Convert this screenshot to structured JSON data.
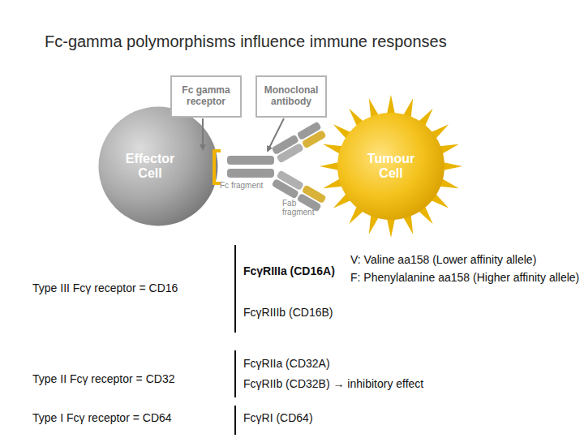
{
  "diagram": {
    "title": "Fc-gamma polymorphisms influence immune responses",
    "nodes": [
      {
        "text": [
          "Effector Cell"
        ]
      },
      {
        "text": [
          "Tumour Cell"
        ]
      },
      {
        "text": [
          "Fc gamma receptor"
        ]
      },
      {
        "text": [
          "Monoclonal antibody"
        ]
      }
    ],
    "labels": [
      "Fc fragment",
      "Fab fragment",
      "Type III Fcγ receptor = CD16",
      "FcγRIIIa (CD16A)",
      "V: Valine aa158 (Lower affinity allele)",
      "F: Phenylalanine aa158 (Higher affinity allele)",
      "FcγRIIIb (CD16B)",
      "Type II Fcγ receptor = CD32",
      "FcγRIIa (CD32A)",
      "FcγRIIb (CD32B) → inhibitory effect",
      "Type I Fcγ receptor = CD64",
      "FcγRI (CD64)"
    ]
  }
}
